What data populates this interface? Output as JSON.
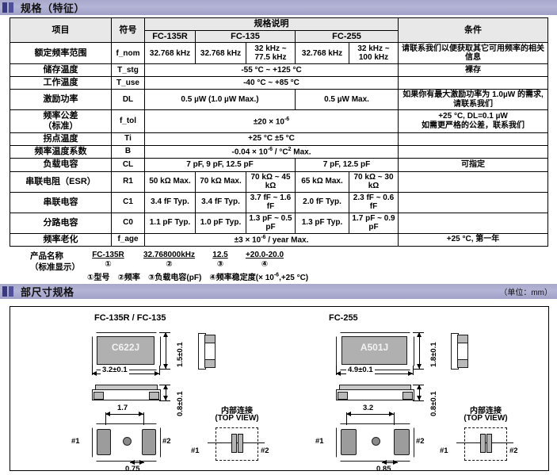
{
  "sections": {
    "spec_header": "规格（特征）",
    "dim_header": "部尺寸规格",
    "dim_unit": "（单位：mm）"
  },
  "spec_table": {
    "headers": {
      "item": "项目",
      "symbol": "符号",
      "spec_group": "规格说明",
      "condition": "条件",
      "models": [
        "FC-135R",
        "FC-135",
        "FC-255"
      ]
    },
    "rows": [
      {
        "item": "额定频率范围",
        "symbol": "f_nom",
        "c1": "32.768 kHz",
        "c2": "32.768 kHz",
        "c3": "32 kHz ~ 77.5 kHz",
        "c4": "32.768 kHz",
        "c5": "32 kHz ~ 100 kHz",
        "condition": "请联系我们以便获取其它可用频率的相关信息"
      },
      {
        "item": "储存温度",
        "symbol": "T_stg",
        "span": "-55 °C ~ +125 °C",
        "condition": "裸存"
      },
      {
        "item": "工作温度",
        "symbol": "T_use",
        "span": "-40 °C ~ +85 °C",
        "condition": ""
      },
      {
        "item": "激励功率",
        "symbol": "DL",
        "left": "0.5 µW (1.0 µW Max.)",
        "right": "0.5 µW Max.",
        "condition": "如果你有最大激励功率为 1.0µW 的需求, 请联系我们"
      },
      {
        "item": "频率公差（标准）",
        "item_l1": "频率公差",
        "item_l2": "（标准）",
        "symbol": "f_tol",
        "span": "±20 × 10",
        "span_sup": "-6",
        "condition_l1": "+25 °C, DL=0.1 µW",
        "condition_l2": "如需更严格的公差，联系我们"
      },
      {
        "item": "拐点温度",
        "symbol": "Ti",
        "span": "+25 °C ±5 °C",
        "condition": ""
      },
      {
        "item": "频率温度系数",
        "symbol": "B",
        "span_pre": "-0.04 × 10",
        "span_sup": "-6",
        "span_mid": " / °C",
        "span_sup2": "2",
        "span_post": " Max.",
        "condition": ""
      },
      {
        "item": "负载电容",
        "symbol": "CL",
        "left": "7 pF, 9 pF, 12.5 pF",
        "right": "7 pF, 12.5 pF",
        "condition": "可指定"
      },
      {
        "item": "串联电阻（ESR）",
        "symbol": "R1",
        "c1": "50 kΩ Max.",
        "c2": "70 kΩ Max.",
        "c3": "70 kΩ ~ 45 kΩ",
        "c4": "65 kΩ Max.",
        "c5": "70 kΩ ~ 30 kΩ",
        "condition": ""
      },
      {
        "item": "串联电容",
        "symbol": "C1",
        "c1": "3.4 fF Typ.",
        "c2": "3.4 fF Typ.",
        "c3": "3.7 fF ~ 1.6 fF",
        "c4": "2.0 fF Typ.",
        "c5": "2.3 fF ~ 0.6 fF",
        "condition": ""
      },
      {
        "item": "分路电容",
        "symbol": "C0",
        "c1": "1.1 pF Typ.",
        "c2": "1.0 pF Typ.",
        "c3": "1.3 pF ~ 0.5 pF",
        "c4": "1.3 pF Typ.",
        "c5": "1.7 pF ~ 0.9 pF",
        "condition": ""
      },
      {
        "item": "频率老化",
        "symbol": "f_age",
        "span_pre": "±3 × 10",
        "span_sup": "-6",
        "span_post": " / year Max.",
        "condition": "+25 °C, 第一年"
      }
    ]
  },
  "product_name": {
    "label_l1": "产品名称",
    "label_l2": "（标准显示）",
    "parts": [
      "FC-135R",
      "32.768000kHz",
      "12.5",
      "+20.0-20.0"
    ],
    "markers": [
      "①",
      "②",
      "③",
      "④"
    ],
    "legend": [
      "①型号",
      "②频率",
      "③负载电容(pF)",
      "④频率稳定度(× 10",
      "-6",
      ",+25 °C)"
    ]
  },
  "drawings": {
    "left": {
      "title": "FC-135R / FC-135",
      "body_text": "C622J",
      "width_dim": "3.2±0.1",
      "height_dim": "1.5±0.1",
      "thickness_dim": "0.8±0.1",
      "pad_pitch": "1.7",
      "pad_width": "0.75",
      "pin1": "#1",
      "pin2": "#2",
      "ic_title_l1": "内部连接",
      "ic_title_l2": "(TOP VIEW)",
      "ic_pin1": "#1",
      "ic_pin2": "#2"
    },
    "right": {
      "title": "FC-255",
      "body_text": "A501J",
      "width_dim": "4.9±0.1",
      "height_dim": "1.8±0.1",
      "thickness_dim": "0.8±0.1",
      "pad_pitch": "3.2",
      "pad_width": "0.85",
      "pin1": "#1",
      "pin2": "#2",
      "ic_title_l1": "内部连接",
      "ic_title_l2": "(TOP VIEW)",
      "ic_pin1": "#1",
      "ic_pin2": "#2"
    }
  },
  "colors": {
    "bar": "#a8a8cc",
    "bar_square": "#3a3a80",
    "table_header_bg": "#e8e8e8",
    "package_fill": "#b0b0b0"
  }
}
